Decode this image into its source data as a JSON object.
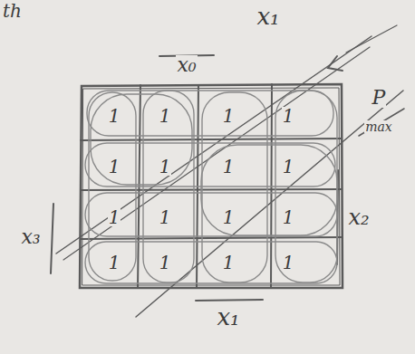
{
  "diagram": {
    "labels": [
      "th",
      "x₁",
      "x₀",
      "P",
      "max",
      "1",
      "1",
      "1",
      "1",
      "1",
      "1",
      "1",
      "1",
      "1",
      "1",
      "1",
      "1",
      "1",
      "1",
      "1",
      "1",
      "x₂",
      "x₃",
      "x₁"
    ]
  }
}
